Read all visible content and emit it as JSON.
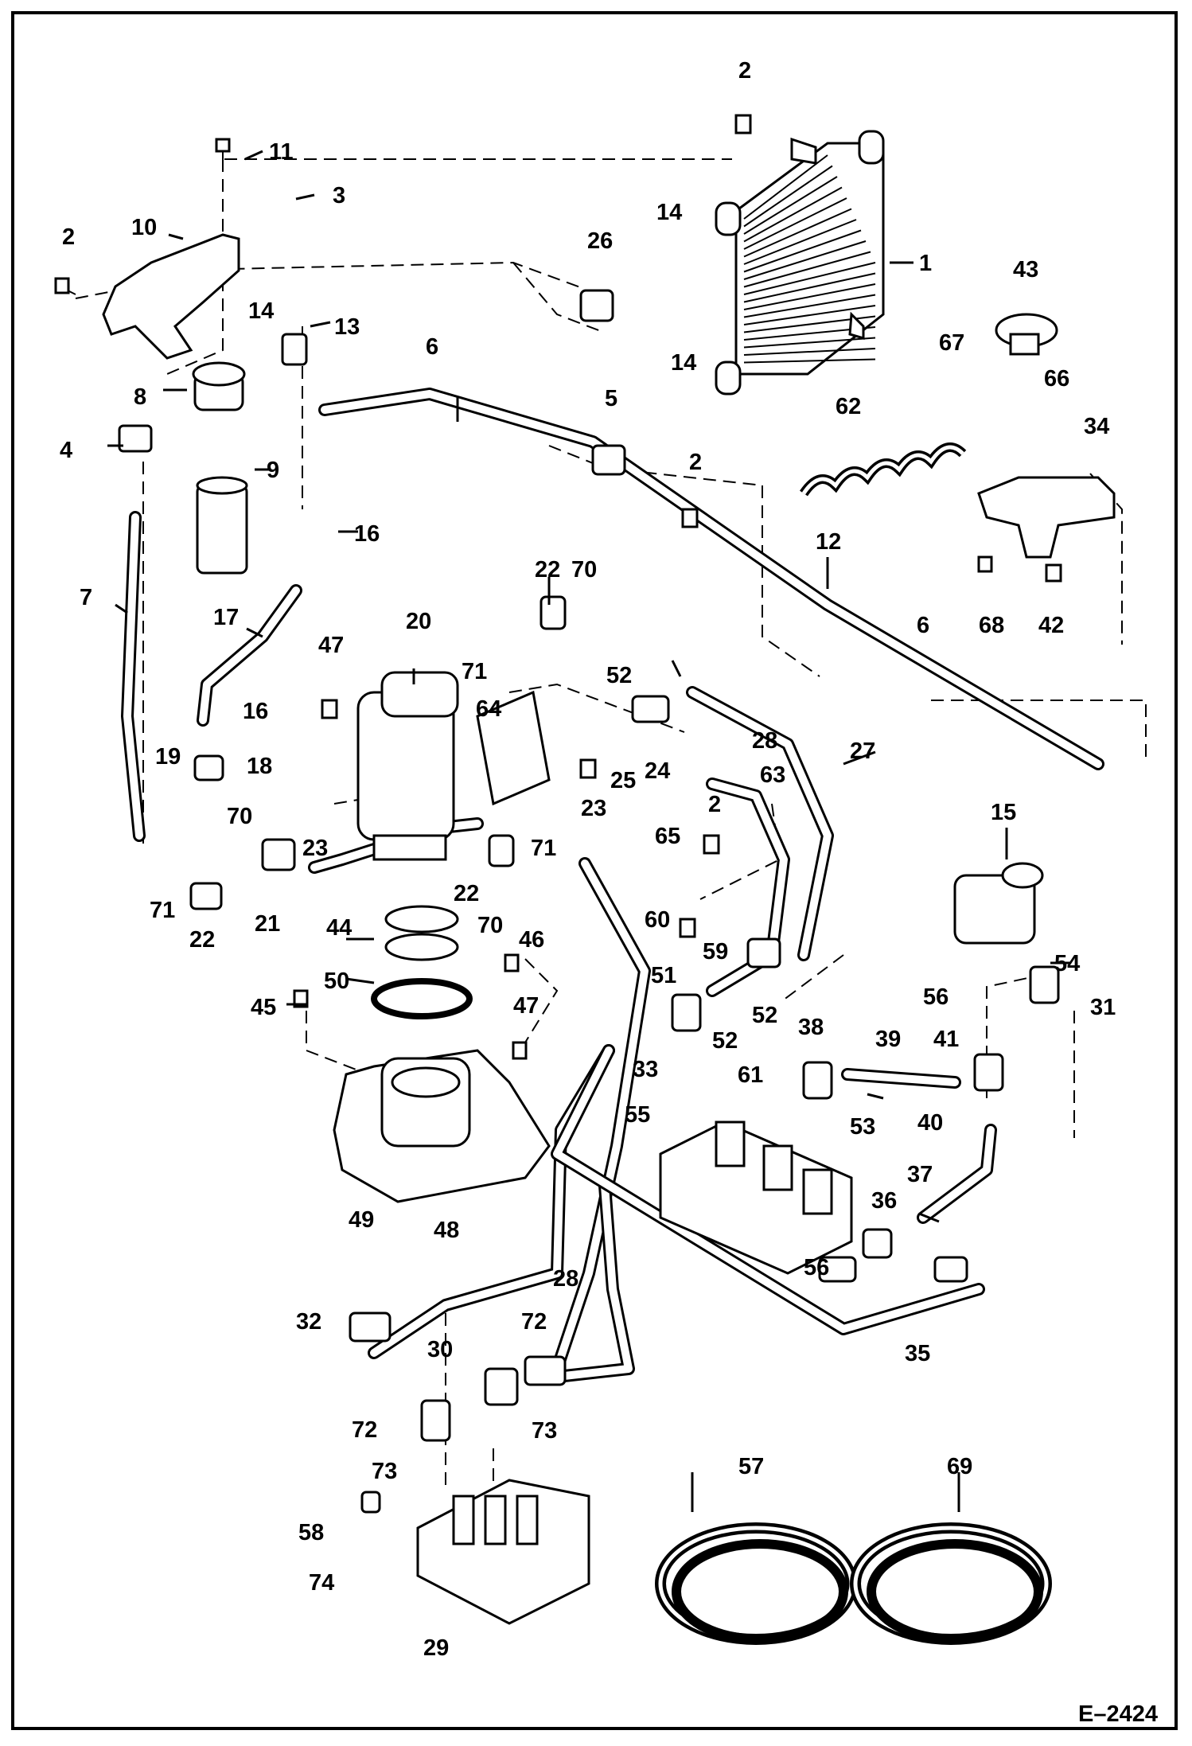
{
  "callouts": {
    "c1": "1",
    "c2a": "2",
    "c2b": "2",
    "c2c": "2",
    "c2d": "2",
    "c3": "3",
    "c4": "4",
    "c5": "5",
    "c6a": "6",
    "c6b": "6",
    "c7": "7",
    "c8": "8",
    "c9": "9",
    "c10": "10",
    "c11": "11",
    "c12": "12",
    "c13": "13",
    "c14a": "14",
    "c14b": "14",
    "c14c": "14",
    "c15": "15",
    "c16a": "16",
    "c16b": "16",
    "c17": "17",
    "c18": "18",
    "c19": "19",
    "c20": "20",
    "c21": "21",
    "c22a": "22",
    "c22b": "22",
    "c22c": "22",
    "c23a": "23",
    "c23b": "23",
    "c24": "24",
    "c25": "25",
    "c26": "26",
    "c27": "27",
    "c28a": "28",
    "c28b": "28",
    "c29": "29",
    "c30": "30",
    "c31": "31",
    "c32": "32",
    "c33": "33",
    "c34": "34",
    "c35": "35",
    "c36": "36",
    "c37": "37",
    "c38": "38",
    "c39": "39",
    "c40": "40",
    "c41": "41",
    "c42": "42",
    "c43": "43",
    "c44": "44",
    "c45": "45",
    "c46": "46",
    "c47a": "47",
    "c47b": "47",
    "c48": "48",
    "c49": "49",
    "c50": "50",
    "c51": "51",
    "c52a": "52",
    "c52b": "52",
    "c52c": "52",
    "c53": "53",
    "c54": "54",
    "c55": "55",
    "c56a": "56",
    "c56b": "56",
    "c57": "57",
    "c58": "58",
    "c59": "59",
    "c60": "60",
    "c61": "61",
    "c62": "62",
    "c63": "63",
    "c64": "64",
    "c65": "65",
    "c66": "66",
    "c67": "67",
    "c68": "68",
    "c69": "69",
    "c70a": "70",
    "c70b": "70",
    "c70c": "70",
    "c71a": "71",
    "c71b": "71",
    "c71c": "71",
    "c72a": "72",
    "c72b": "72",
    "c73a": "73",
    "c73b": "73",
    "c74": "74"
  },
  "figure_ref": "E–2424"
}
